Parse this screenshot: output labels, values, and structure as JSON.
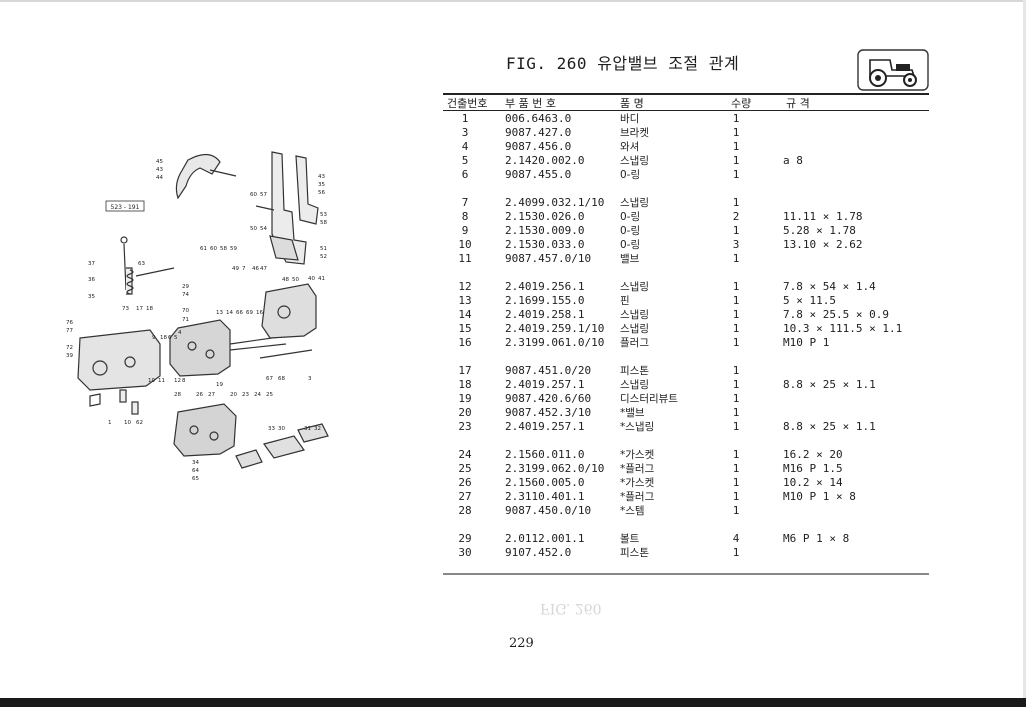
{
  "figure": {
    "title": "FIG. 260 유압밸브 조절 관계"
  },
  "diagram": {
    "ref_box": "523 - 191",
    "callouts": [
      "45",
      "43",
      "44",
      "60",
      "57",
      "50",
      "54",
      "43",
      "35",
      "56",
      "53",
      "58",
      "51",
      "52",
      "40",
      "41",
      "61",
      "60",
      "58",
      "59",
      "49",
      "7",
      "46",
      "47",
      "48",
      "50",
      "37",
      "63",
      "29",
      "74",
      "36",
      "35",
      "73",
      "17",
      "18",
      "70",
      "71",
      "13",
      "14",
      "66",
      "69",
      "16",
      "76",
      "77",
      "9",
      "18",
      "6",
      "5",
      "4",
      "72",
      "39",
      "10",
      "11",
      "12",
      "8",
      "19",
      "67",
      "68",
      "3",
      "28",
      "26",
      "27",
      "20",
      "23",
      "24",
      "25",
      "1",
      "10",
      "62",
      "33",
      "30",
      "31",
      "32",
      "34",
      "64",
      "65"
    ]
  },
  "table": {
    "headers": {
      "no": "건출번호",
      "part_no": "부 품 번 호",
      "name": "품 명",
      "qty": "수량",
      "spec": "규 격"
    },
    "rows": [
      {
        "no": "1",
        "part_no": "006.6463.0",
        "name": "바디",
        "qty": "1",
        "spec": ""
      },
      {
        "no": "3",
        "part_no": "9087.427.0",
        "name": "브라켓",
        "qty": "1",
        "spec": ""
      },
      {
        "no": "4",
        "part_no": "9087.456.0",
        "name": "와셔",
        "qty": "1",
        "spec": ""
      },
      {
        "no": "5",
        "part_no": "2.1420.002.0",
        "name": "스냅링",
        "qty": "1",
        "spec": "a 8"
      },
      {
        "no": "6",
        "part_no": "9087.455.0",
        "name": "0-링",
        "qty": "1",
        "spec": ""
      },
      {
        "no": "7",
        "part_no": "2.4099.032.1/10",
        "name": "스냅링",
        "qty": "1",
        "spec": ""
      },
      {
        "no": "8",
        "part_no": "2.1530.026.0",
        "name": "0-링",
        "qty": "2",
        "spec": "11.11 × 1.78"
      },
      {
        "no": "9",
        "part_no": "2.1530.009.0",
        "name": "0-링",
        "qty": "1",
        "spec": "5.28 × 1.78"
      },
      {
        "no": "10",
        "part_no": "2.1530.033.0",
        "name": "0-링",
        "qty": "3",
        "spec": "13.10 × 2.62"
      },
      {
        "no": "11",
        "part_no": "9087.457.0/10",
        "name": "밸브",
        "qty": "1",
        "spec": ""
      },
      {
        "no": "12",
        "part_no": "2.4019.256.1",
        "name": "스냅링",
        "qty": "1",
        "spec": "7.8 × 54 × 1.4"
      },
      {
        "no": "13",
        "part_no": "2.1699.155.0",
        "name": "핀",
        "qty": "1",
        "spec": "5 × 11.5"
      },
      {
        "no": "14",
        "part_no": "2.4019.258.1",
        "name": "스냅링",
        "qty": "1",
        "spec": "7.8 × 25.5 × 0.9"
      },
      {
        "no": "15",
        "part_no": "2.4019.259.1/10",
        "name": "스냅링",
        "qty": "1",
        "spec": "10.3 × 111.5 × 1.1"
      },
      {
        "no": "16",
        "part_no": "2.3199.061.0/10",
        "name": "플러그",
        "qty": "1",
        "spec": "M10 P 1"
      },
      {
        "no": "17",
        "part_no": "9087.451.0/20",
        "name": "피스톤",
        "qty": "1",
        "spec": ""
      },
      {
        "no": "18",
        "part_no": "2.4019.257.1",
        "name": "스냅링",
        "qty": "1",
        "spec": "8.8 × 25 × 1.1"
      },
      {
        "no": "19",
        "part_no": "9087.420.6/60",
        "name": "디스터리뷰트",
        "qty": "1",
        "spec": ""
      },
      {
        "no": "20",
        "part_no": "9087.452.3/10",
        "name": "*밸브",
        "qty": "1",
        "spec": ""
      },
      {
        "no": "23",
        "part_no": "2.4019.257.1",
        "name": "*스냅링",
        "qty": "1",
        "spec": "8.8 × 25 × 1.1"
      },
      {
        "no": "24",
        "part_no": "2.1560.011.0",
        "name": "*가스켓",
        "qty": "1",
        "spec": "16.2 × 20"
      },
      {
        "no": "25",
        "part_no": "2.3199.062.0/10",
        "name": "*플러그",
        "qty": "1",
        "spec": "M16 P 1.5"
      },
      {
        "no": "26",
        "part_no": "2.1560.005.0",
        "name": "*가스켓",
        "qty": "1",
        "spec": "10.2 × 14"
      },
      {
        "no": "27",
        "part_no": "2.3110.401.1",
        "name": "*플러그",
        "qty": "1",
        "spec": "M10 P 1 × 8"
      },
      {
        "no": "28",
        "part_no": "9087.450.0/10",
        "name": "*스템",
        "qty": "1",
        "spec": ""
      },
      {
        "no": "29",
        "part_no": "2.0112.001.1",
        "name": "볼트",
        "qty": "4",
        "spec": "M6 P 1 × 8"
      },
      {
        "no": "30",
        "part_no": "9107.452.0",
        "name": "피스톤",
        "qty": "1",
        "spec": ""
      }
    ]
  },
  "page_number": "229"
}
